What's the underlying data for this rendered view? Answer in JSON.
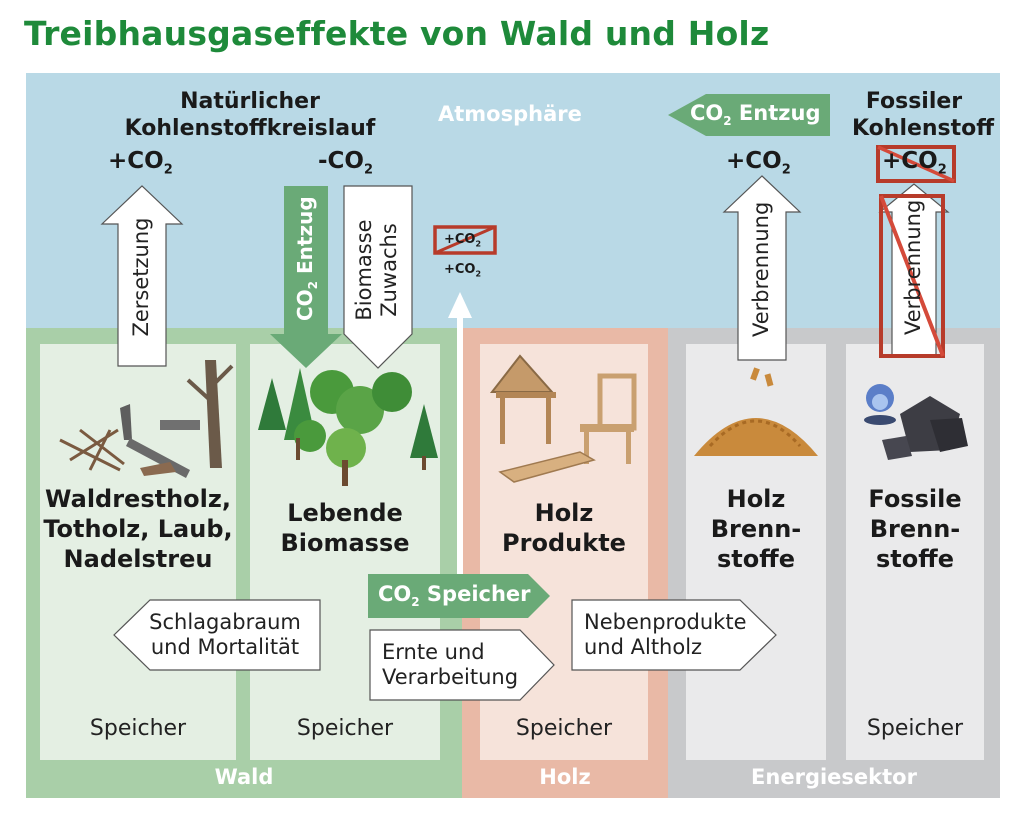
{
  "title": "Treibhausgaseffekte von Wald und Holz",
  "atmosphere": {
    "label": "Atmosphäre",
    "natural_cycle": "Natürlicher\nKohlenstoffkreislauf",
    "plus_co2_left": "+CO",
    "minus_co2": "-CO",
    "co2_withdrawal_arrow": "CO Entzug",
    "fossil_carbon": "Fossiler\nKohlenstoff",
    "plus_co2_wood_fuel": "+CO",
    "plus_co2_fossil": "+CO",
    "small_crossed": "+CO",
    "small_plain": "+CO",
    "subscript": "2"
  },
  "arrows": {
    "zersetzung": "Zersetzung",
    "co2_entzug_vertical": "CO Entzug",
    "biomasse_zuwachs": "Biomasse\nZuwachs",
    "verbrennung_wood": "Verbrennung",
    "verbrennung_fossil": "Verbrennung",
    "co2_speicher": "CO Speicher",
    "schlagabraum": "Schlagabraum\nund Mortalität",
    "ernte": "Ernte und\nVerarbeitung",
    "nebenprodukte": "Nebenprodukte\nund Altholz"
  },
  "boxes": {
    "waldrestholz": "Waldrestholz,\nTotholz, Laub,\nNadelstreu",
    "lebende_biomasse": "Lebende\nBiomasse",
    "holz_produkte": "Holz\nProdukte",
    "holz_brennstoffe": "Holz\nBrenn-\nstoffe",
    "fossile_brennstoffe": "Fossile\nBrenn-\nstoffe",
    "speicher": "Speicher"
  },
  "sections": {
    "wald": "Wald",
    "holz": "Holz",
    "energie": "Energiesektor"
  },
  "colors": {
    "title_green": "#1e8a3a",
    "sky": "#b9d9e6",
    "wald": "#a9cfa8",
    "holz": "#e9b9a6",
    "energie": "#c8c9cb",
    "arrow_green": "#6aaa77",
    "cross_red": "#b73b2a"
  }
}
